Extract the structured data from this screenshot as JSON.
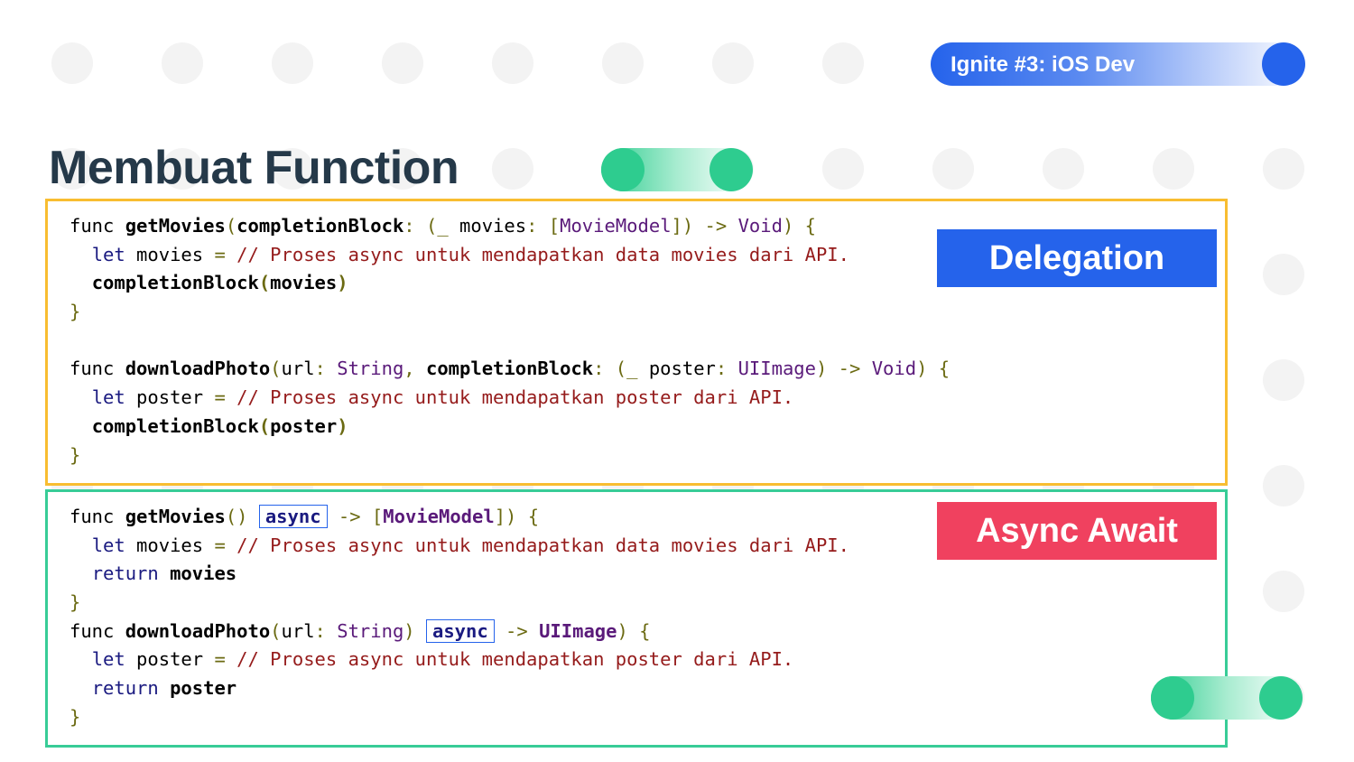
{
  "header": {
    "badge_text": "Ignite #3: iOS Dev",
    "title": "Membuat Function"
  },
  "delegation": {
    "label": "Delegation",
    "code": [
      {
        "parts": [
          {
            "t": "func ",
            "s": ""
          },
          {
            "t": "getMovies",
            "s": "b"
          },
          {
            "t": "(",
            "s": "p"
          },
          {
            "t": "completionBlock",
            "s": "b"
          },
          {
            "t": ": (_ ",
            "s": "p"
          },
          {
            "t": "movies",
            "s": ""
          },
          {
            "t": ": [",
            "s": "p"
          },
          {
            "t": "MovieModel",
            "s": "t"
          },
          {
            "t": "]) -> ",
            "s": "p"
          },
          {
            "t": "Void",
            "s": "t"
          },
          {
            "t": ") {",
            "s": "p"
          }
        ]
      },
      {
        "parts": [
          {
            "t": "  ",
            "s": ""
          },
          {
            "t": "let",
            "s": "k"
          },
          {
            "t": " movies ",
            "s": ""
          },
          {
            "t": "= ",
            "s": "p"
          },
          {
            "t": "// Proses async untuk mendapatkan data movies dari API.",
            "s": "c"
          }
        ]
      },
      {
        "parts": [
          {
            "t": "  ",
            "s": ""
          },
          {
            "t": "completionBlock",
            "s": "b"
          },
          {
            "t": "(",
            "s": "p b"
          },
          {
            "t": "movies",
            "s": "b"
          },
          {
            "t": ")",
            "s": "p b"
          }
        ]
      },
      {
        "parts": [
          {
            "t": "}",
            "s": "p"
          }
        ]
      },
      {
        "parts": [
          {
            "t": " ",
            "s": ""
          }
        ]
      },
      {
        "parts": [
          {
            "t": "func ",
            "s": ""
          },
          {
            "t": "downloadPhoto",
            "s": "b"
          },
          {
            "t": "(",
            "s": "p"
          },
          {
            "t": "url",
            "s": ""
          },
          {
            "t": ": ",
            "s": "p"
          },
          {
            "t": "String",
            "s": "t"
          },
          {
            "t": ", ",
            "s": "p"
          },
          {
            "t": "completionBlock",
            "s": "b"
          },
          {
            "t": ": (_ ",
            "s": "p"
          },
          {
            "t": "poster",
            "s": ""
          },
          {
            "t": ": ",
            "s": "p"
          },
          {
            "t": "UIImage",
            "s": "t"
          },
          {
            "t": ") -> ",
            "s": "p"
          },
          {
            "t": "Void",
            "s": "t"
          },
          {
            "t": ") {",
            "s": "p"
          }
        ]
      },
      {
        "parts": [
          {
            "t": "  ",
            "s": ""
          },
          {
            "t": "let",
            "s": "k"
          },
          {
            "t": " poster ",
            "s": ""
          },
          {
            "t": "= ",
            "s": "p"
          },
          {
            "t": "// Proses async untuk mendapatkan poster dari API.",
            "s": "c"
          }
        ]
      },
      {
        "parts": [
          {
            "t": "  ",
            "s": ""
          },
          {
            "t": "completionBlock",
            "s": "b"
          },
          {
            "t": "(",
            "s": "p b"
          },
          {
            "t": "poster",
            "s": "b"
          },
          {
            "t": ")",
            "s": "p b"
          }
        ]
      },
      {
        "parts": [
          {
            "t": "}",
            "s": "p"
          }
        ]
      }
    ]
  },
  "async_await": {
    "label": "Async Await",
    "code": [
      {
        "parts": [
          {
            "t": "func ",
            "s": ""
          },
          {
            "t": "getMovies",
            "s": "b"
          },
          {
            "t": "() ",
            "s": "p"
          },
          {
            "t": "async",
            "s": "ak"
          },
          {
            "t": " -> [",
            "s": "p"
          },
          {
            "t": "MovieModel",
            "s": "t b"
          },
          {
            "t": "]) {",
            "s": "p"
          }
        ]
      },
      {
        "parts": [
          {
            "t": "  ",
            "s": ""
          },
          {
            "t": "let",
            "s": "k"
          },
          {
            "t": " movies ",
            "s": ""
          },
          {
            "t": "= ",
            "s": "p"
          },
          {
            "t": "// Proses async untuk mendapatkan data movies dari API.",
            "s": "c"
          }
        ]
      },
      {
        "parts": [
          {
            "t": "  ",
            "s": ""
          },
          {
            "t": "return",
            "s": "k"
          },
          {
            "t": " ",
            "s": ""
          },
          {
            "t": "movies",
            "s": "b"
          }
        ]
      },
      {
        "parts": [
          {
            "t": "}",
            "s": "p"
          }
        ]
      },
      {
        "parts": [
          {
            "t": "func ",
            "s": ""
          },
          {
            "t": "downloadPhoto",
            "s": "b"
          },
          {
            "t": "(",
            "s": "p"
          },
          {
            "t": "url",
            "s": ""
          },
          {
            "t": ": ",
            "s": "p"
          },
          {
            "t": "String",
            "s": "t"
          },
          {
            "t": ") ",
            "s": "p"
          },
          {
            "t": "async",
            "s": "ak"
          },
          {
            "t": " -> ",
            "s": "p"
          },
          {
            "t": "UIImage",
            "s": "t b"
          },
          {
            "t": ") {",
            "s": "p"
          }
        ]
      },
      {
        "parts": [
          {
            "t": "  ",
            "s": ""
          },
          {
            "t": "let",
            "s": "k"
          },
          {
            "t": " poster ",
            "s": ""
          },
          {
            "t": "= ",
            "s": "p"
          },
          {
            "t": "// Proses async untuk mendapatkan poster dari API.",
            "s": "c"
          }
        ]
      },
      {
        "parts": [
          {
            "t": "  ",
            "s": ""
          },
          {
            "t": "return",
            "s": "k"
          },
          {
            "t": " ",
            "s": ""
          },
          {
            "t": "poster",
            "s": "b"
          }
        ]
      },
      {
        "parts": [
          {
            "t": "}",
            "s": "p"
          }
        ]
      }
    ]
  },
  "colors": {
    "accent_blue": "#2563eb",
    "accent_red": "#f0415f",
    "accent_green": "#2ecc8f",
    "border_yellow": "#f8bd31",
    "border_green": "#38cc97",
    "title_dark": "#253949"
  }
}
